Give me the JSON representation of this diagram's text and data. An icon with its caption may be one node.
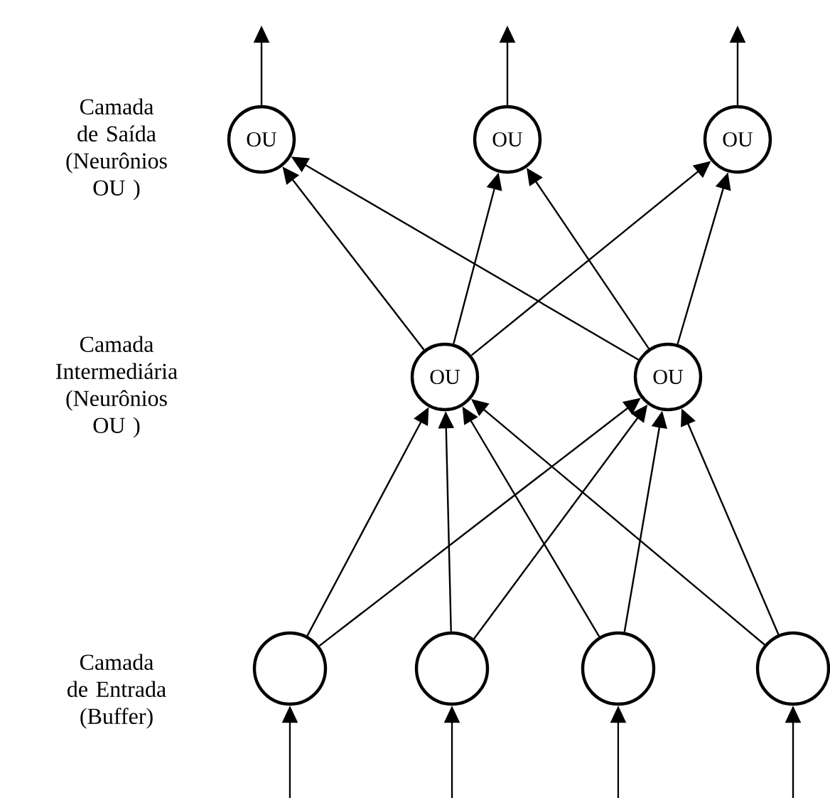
{
  "diagram": {
    "nodes": [
      {
        "text": [
          "OU"
        ]
      },
      {
        "text": [
          "OU"
        ]
      },
      {
        "text": [
          "OU"
        ]
      },
      {
        "text": [
          "OU"
        ]
      },
      {
        "text": [
          "OU"
        ]
      },
      {
        "text": [],
        "shape": "circle"
      },
      {
        "text": [],
        "shape": "circle"
      },
      {
        "text": [],
        "shape": "circle"
      },
      {
        "text": [],
        "shape": "circle"
      }
    ],
    "edges": [
      {
        "from": 0,
        "to": null,
        "arrow": "to"
      },
      {
        "from": 1,
        "to": null,
        "arrow": "to"
      },
      {
        "from": 2,
        "to": null,
        "arrow": "to"
      },
      {
        "from": 3,
        "to": 0,
        "arrow": "to"
      },
      {
        "from": 3,
        "to": 1,
        "arrow": "to"
      },
      {
        "from": 3,
        "to": 2,
        "arrow": "to"
      },
      {
        "from": 4,
        "to": 0,
        "arrow": "to"
      },
      {
        "from": 4,
        "to": 1,
        "arrow": "to"
      },
      {
        "from": 4,
        "to": 2,
        "arrow": "to"
      },
      {
        "from": 5,
        "to": 3,
        "arrow": "to"
      },
      {
        "from": 5,
        "to": 4,
        "arrow": "to"
      },
      {
        "from": 6,
        "to": 3,
        "arrow": "to"
      },
      {
        "from": 6,
        "to": 4,
        "arrow": "to"
      },
      {
        "from": 7,
        "to": 3,
        "arrow": "to"
      },
      {
        "from": 7,
        "to": 4,
        "arrow": "to"
      },
      {
        "from": 8,
        "to": 3,
        "arrow": "to"
      },
      {
        "from": 8,
        "to": 4,
        "arrow": "to"
      },
      {
        "from": null,
        "to": 5,
        "arrow": "to"
      },
      {
        "from": null,
        "to": 6,
        "arrow": "to"
      },
      {
        "from": null,
        "to": 7,
        "arrow": "to"
      },
      {
        "from": null,
        "to": 8,
        "arrow": "to"
      }
    ],
    "labels": [
      "Camada de Saída (Neurônios OU )",
      "Camada Intermediária (Neurônios OU )",
      "Camada de Entrada (Buffer)"
    ]
  }
}
